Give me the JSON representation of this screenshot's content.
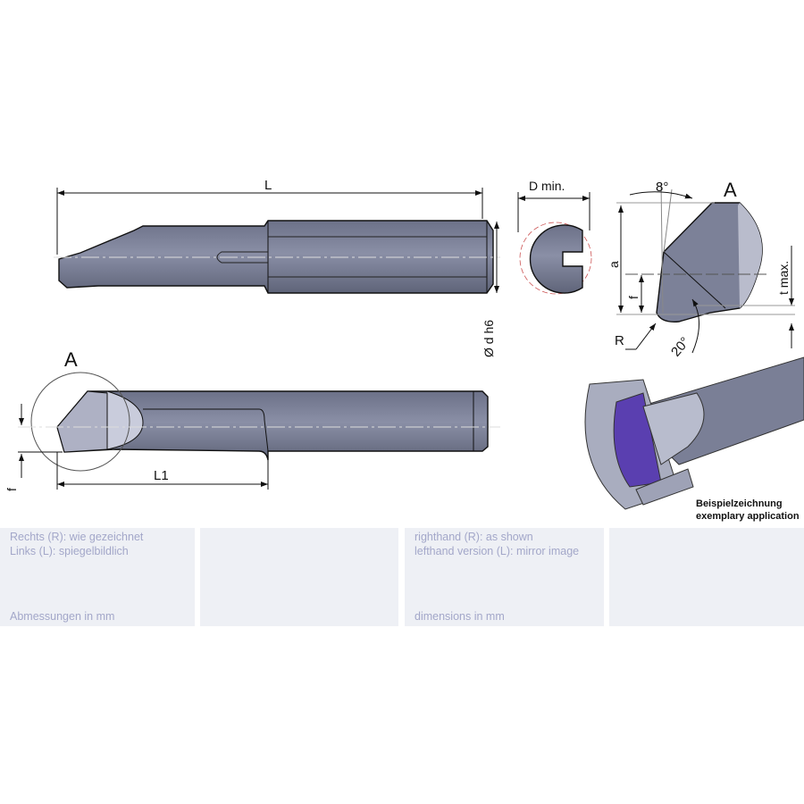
{
  "drawing": {
    "dim_L": "L",
    "dim_D_min": "D min.",
    "dim_d_h6": "Ø d h6",
    "detail_label_top": "A",
    "detail_label_side": "A",
    "angle_8": "8°",
    "angle_20": "20°",
    "dim_a": "a",
    "dim_f_detail": "f",
    "dim_t_max": "t max.",
    "dim_R": "R",
    "dim_f_side": "f",
    "dim_L1": "L1",
    "example_caption_de": "Beispielzeichnung",
    "example_caption_en": "exemplary application"
  },
  "panels": [
    {
      "line1": "Rechts (R): wie gezeichnet",
      "line2": "Links (L): spiegelbildlich",
      "footer": "Abmessungen in mm"
    },
    {},
    {
      "line1": "righthand (R): as shown",
      "line2": "lefthand version (L): mirror image",
      "footer": "dimensions in mm"
    },
    {}
  ],
  "colors": {
    "tool": "#7a7f96",
    "insert_highlight": "#5a3fb0",
    "panel_bg": "#eef0f5",
    "panel_text": "#a3a7c9"
  }
}
